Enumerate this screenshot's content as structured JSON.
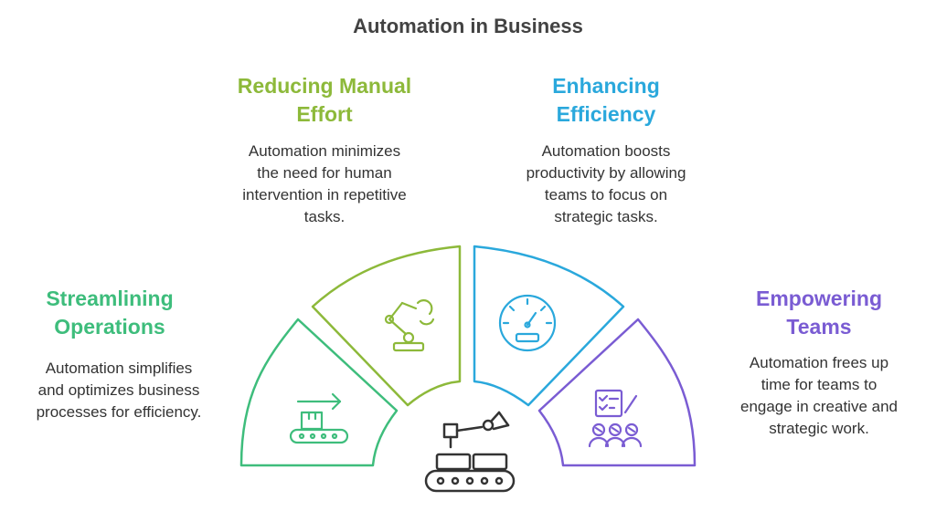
{
  "title": "Automation in Business",
  "colors": {
    "green": "#3EBD7C",
    "lime": "#8DB93A",
    "blue": "#2AA8DC",
    "purple": "#7A5CD3",
    "icon": "#333333"
  },
  "sections": [
    {
      "id": "streamlining",
      "heading_line1": "Streamlining",
      "heading_line2": "Operations",
      "description": [
        "Automation simplifies",
        "and optimizes business",
        "processes for efficiency."
      ],
      "icon": "conveyor-box-arrow-icon",
      "color": "#3EBD7C"
    },
    {
      "id": "reducing",
      "heading_line1": "Reducing Manual",
      "heading_line2": "Effort",
      "description": [
        "Automation minimizes",
        "the need for human",
        "intervention in repetitive",
        "tasks."
      ],
      "icon": "robotic-arm-icon",
      "color": "#8DB93A"
    },
    {
      "id": "enhancing",
      "heading_line1": "Enhancing",
      "heading_line2": "Efficiency",
      "description": [
        "Automation boosts",
        "productivity by allowing",
        "teams to focus on",
        "strategic tasks."
      ],
      "icon": "speedometer-icon",
      "color": "#2AA8DC"
    },
    {
      "id": "empowering",
      "heading_line1": "Empowering",
      "heading_line2": "Teams",
      "description": [
        "Automation frees up",
        "time for teams to",
        "engage in creative and",
        "strategic work."
      ],
      "icon": "team-checklist-icon",
      "color": "#7A5CD3"
    }
  ],
  "center_icon": "assembly-line-robot-icon"
}
